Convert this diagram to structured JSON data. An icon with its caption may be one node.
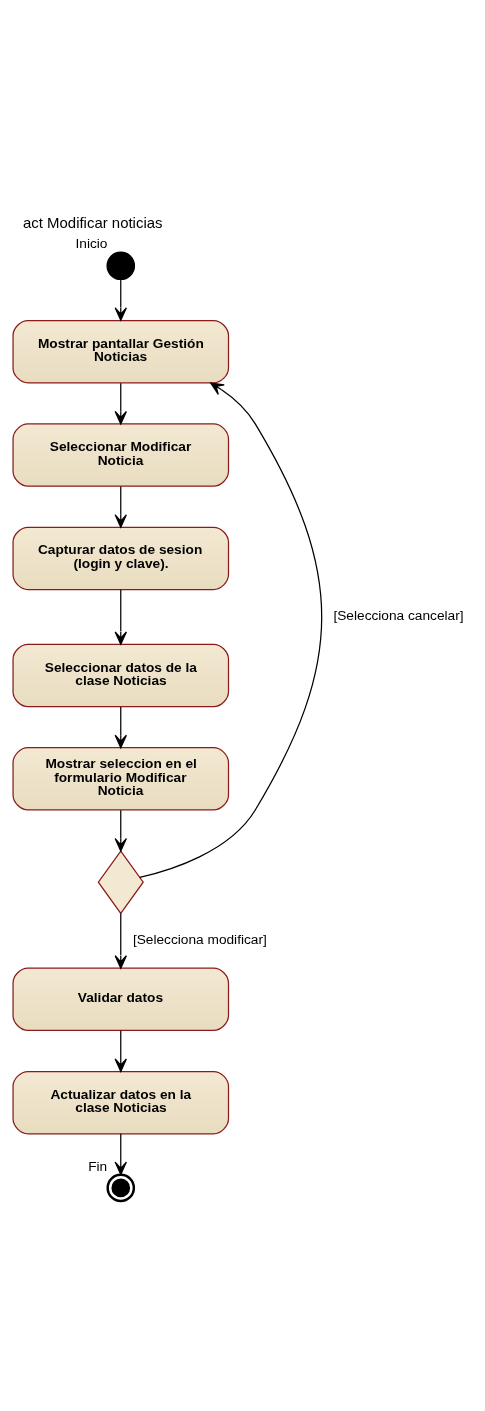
{
  "diagram": {
    "title": "act Modificar noticias",
    "nodes": [
      {
        "text": [],
        "shape": "circle",
        "beside": [
          "Inicio"
        ]
      },
      {
        "text": [
          "Mostrar pantallar Gestión Noticias"
        ]
      },
      {
        "text": [
          "Seleccionar Modificar Noticia"
        ]
      },
      {
        "text": [
          "Capturar datos de sesion (login y clave)."
        ]
      },
      {
        "text": [
          "Seleccionar datos de la clase Noticias"
        ]
      },
      {
        "text": [
          "Mostrar seleccion en el formulario Modificar Noticia"
        ]
      },
      {
        "text": [],
        "shape": "diamond"
      },
      {
        "text": [
          "Validar datos"
        ]
      },
      {
        "text": [
          "Actualizar datos en la clase Noticias"
        ]
      },
      {
        "text": [],
        "shape": "bullseye",
        "beside": [
          "Fin"
        ]
      }
    ],
    "edges": [
      {
        "from": 0,
        "to": 1,
        "arrow": "to"
      },
      {
        "from": 1,
        "to": 2,
        "arrow": "to"
      },
      {
        "from": 2,
        "to": 3,
        "arrow": "to"
      },
      {
        "from": 3,
        "to": 4,
        "arrow": "to"
      },
      {
        "from": 4,
        "to": 5,
        "arrow": "to"
      },
      {
        "from": 5,
        "to": 6,
        "arrow": "to"
      },
      {
        "from": 6,
        "to": 1,
        "arrow": "to",
        "label": "[Selecciona cancelar]"
      },
      {
        "from": 6,
        "to": 7,
        "arrow": "to",
        "label": "[Selecciona modificar]"
      },
      {
        "from": 7,
        "to": 8,
        "arrow": "to"
      },
      {
        "from": 8,
        "to": 9,
        "arrow": "to"
      }
    ]
  }
}
